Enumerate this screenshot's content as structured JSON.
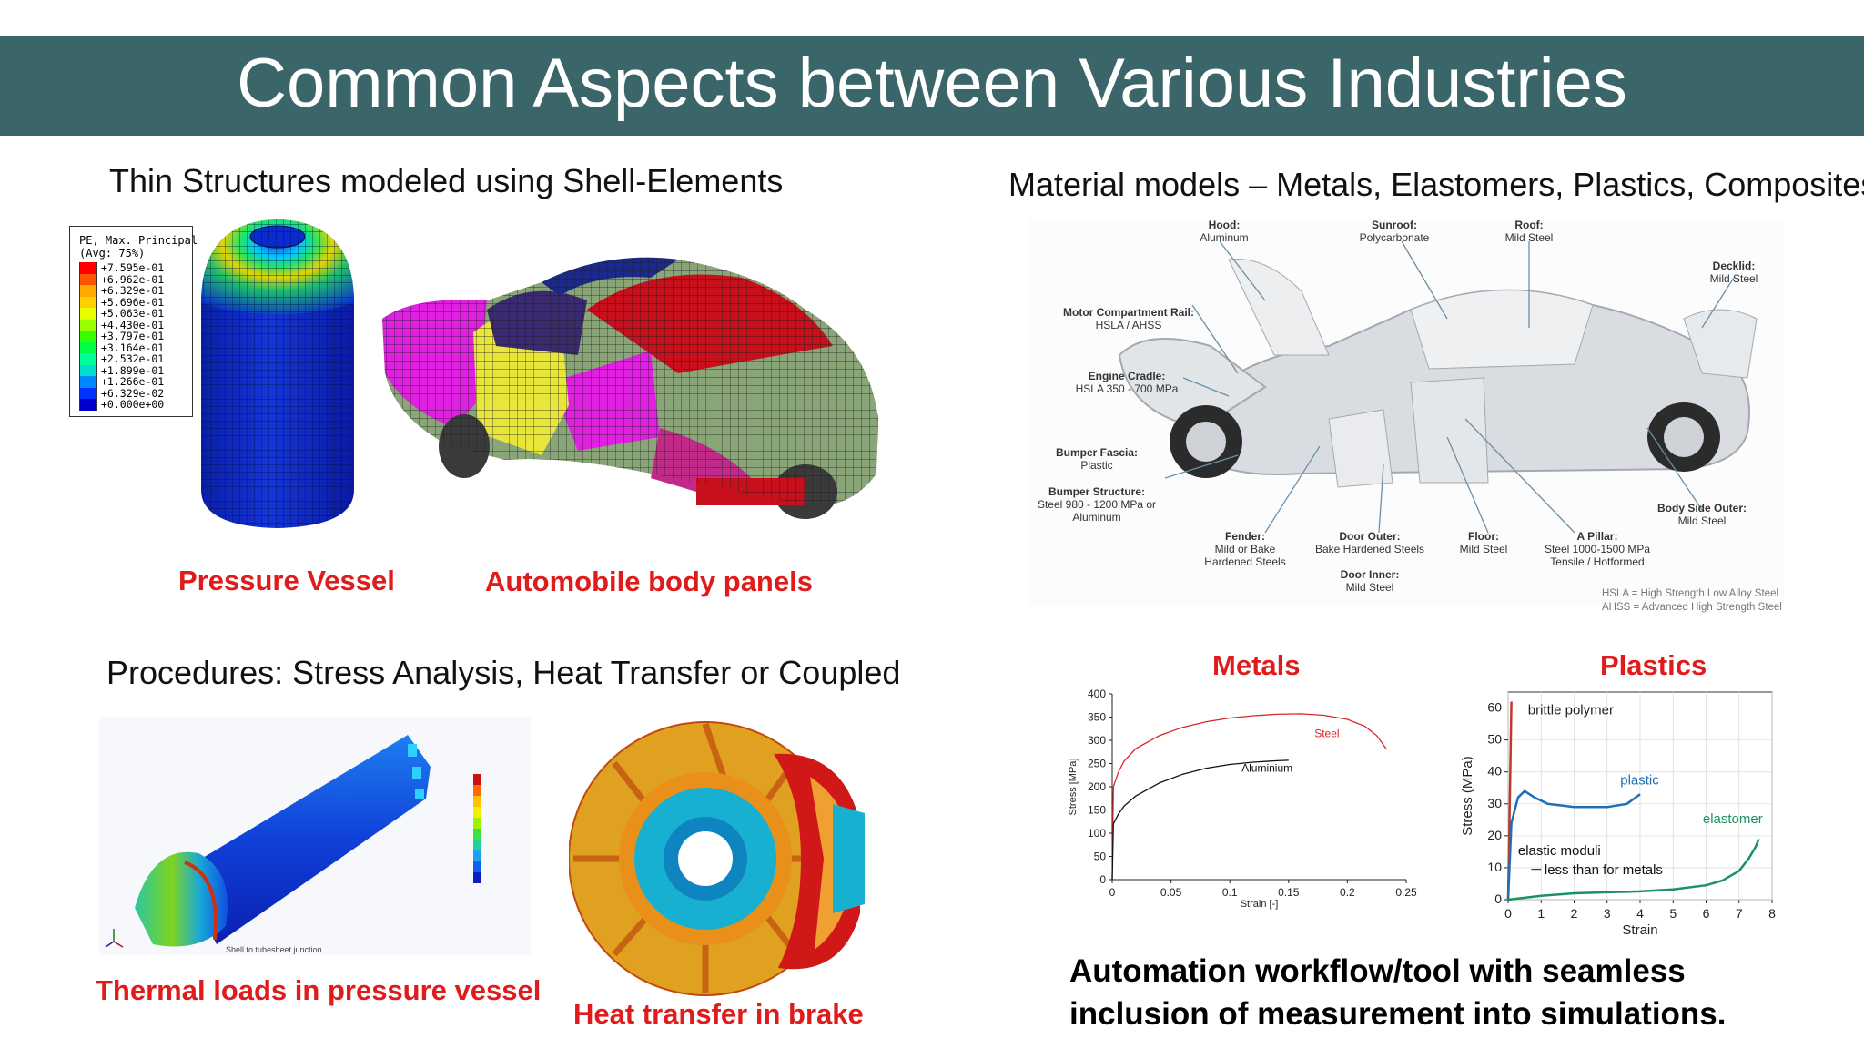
{
  "title": "Common Aspects between Various Industries",
  "sections": {
    "thin_structures": {
      "heading": "Thin Structures modeled using Shell-Elements",
      "captions": [
        "Pressure Vessel",
        "Automobile body panels"
      ],
      "legend": {
        "title_line1": "PE, Max. Principal",
        "title_line2": "(Avg: 75%)",
        "values": [
          "+7.595e-01",
          "+6.962e-01",
          "+6.329e-01",
          "+5.696e-01",
          "+5.063e-01",
          "+4.430e-01",
          "+3.797e-01",
          "+3.164e-01",
          "+2.532e-01",
          "+1.899e-01",
          "+1.266e-01",
          "+6.329e-02",
          "+0.000e+00"
        ],
        "colors": [
          "#ff0000",
          "#ff5500",
          "#ffaa00",
          "#ffd000",
          "#e6ff00",
          "#99ff00",
          "#33ff00",
          "#00ff44",
          "#00ff99",
          "#00ddcc",
          "#0088ff",
          "#0033ff",
          "#0000cc"
        ]
      }
    },
    "material_models": {
      "heading": "Material models – Metals, Elastomers, Plastics, Composites",
      "labels": [
        {
          "name": "Hood:",
          "value": "Aluminum"
        },
        {
          "name": "Sunroof:",
          "value": "Polycarbonate"
        },
        {
          "name": "Roof:",
          "value": "Mild Steel"
        },
        {
          "name": "Decklid:",
          "value": "Mild Steel"
        },
        {
          "name": "Motor Compartment Rail:",
          "value": "HSLA / AHSS"
        },
        {
          "name": "Engine Cradle:",
          "value": "HSLA 350 - 700 MPa"
        },
        {
          "name": "Bumper Fascia:",
          "value": "Plastic"
        },
        {
          "name": "Bumper Structure:",
          "value": "Steel 980 - 1200 MPa or",
          "value2": "Aluminum"
        },
        {
          "name": "Body Side Outer:",
          "value": "Mild Steel"
        },
        {
          "name": "Fender:",
          "value": "Mild or Bake",
          "value2": "Hardened Steels"
        },
        {
          "name": "Door Outer:",
          "value": "Bake Hardened Steels"
        },
        {
          "name": "Floor:",
          "value": "Mild Steel"
        },
        {
          "name": "A Pillar:",
          "value": "Steel 1000-1500 MPa",
          "value2": "Tensile / Hotformed"
        },
        {
          "name": "Door Inner:",
          "value": "Mild Steel"
        }
      ],
      "footnote1": "HSLA = High Strength Low Alloy Steel",
      "footnote2": "AHSS = Advanced High Strength Steel"
    },
    "procedures": {
      "heading": "Procedures: Stress Analysis, Heat Transfer or Coupled",
      "captions": [
        "Thermal loads in pressure vessel",
        "Heat transfer in brake"
      ],
      "vessel_note": "Shell to tubesheet junction"
    },
    "automation": {
      "line1": "Automation workflow/tool with seamless",
      "line2": "inclusion of measurement into simulations."
    }
  },
  "chart_data": [
    {
      "type": "line",
      "title": "Metals",
      "xlabel": "Strain [-]",
      "ylabel": "Stress [MPa]",
      "xlim": [
        0,
        0.25
      ],
      "ylim": [
        0,
        400
      ],
      "xticks": [
        "0",
        "0.05",
        "0.1",
        "0.15",
        "0.2",
        "0.25"
      ],
      "yticks": [
        "0",
        "50",
        "100",
        "150",
        "200",
        "250",
        "300",
        "350",
        "400"
      ],
      "series": [
        {
          "name": "Steel",
          "color": "#d62728",
          "x": [
            0,
            0.001,
            0.005,
            0.01,
            0.02,
            0.04,
            0.06,
            0.08,
            0.1,
            0.12,
            0.14,
            0.16,
            0.18,
            0.2,
            0.215,
            0.225,
            0.233
          ],
          "y": [
            0,
            200,
            230,
            255,
            282,
            310,
            328,
            340,
            348,
            353,
            356,
            357,
            354,
            345,
            330,
            310,
            282
          ]
        },
        {
          "name": "Aluminium",
          "color": "#111111",
          "x": [
            0,
            0.001,
            0.005,
            0.01,
            0.02,
            0.04,
            0.06,
            0.08,
            0.1,
            0.12,
            0.14,
            0.15
          ],
          "y": [
            0,
            120,
            140,
            158,
            180,
            208,
            227,
            240,
            248,
            253,
            256,
            257
          ]
        }
      ]
    },
    {
      "type": "line",
      "title": "Plastics",
      "xlabel": "Strain",
      "ylabel": "Stress (MPa)",
      "xlim": [
        0,
        8
      ],
      "ylim": [
        0,
        65
      ],
      "xticks": [
        "0",
        "1",
        "2",
        "3",
        "4",
        "5",
        "6",
        "7",
        "8"
      ],
      "yticks": [
        "0",
        "10",
        "20",
        "30",
        "40",
        "50",
        "60"
      ],
      "annotations": [
        "elastic moduli",
        "less than for metals"
      ],
      "series": [
        {
          "name": "brittle polymer",
          "color": "#c0392b",
          "x": [
            0,
            0.05,
            0.1
          ],
          "y": [
            0,
            30,
            62
          ]
        },
        {
          "name": "plastic",
          "color": "#1f6fb5",
          "x": [
            0,
            0.1,
            0.3,
            0.5,
            0.8,
            1.2,
            2.0,
            3.0,
            3.6,
            4.0
          ],
          "y": [
            0,
            24,
            32,
            34,
            32,
            30,
            29,
            29,
            30,
            33
          ]
        },
        {
          "name": "elastomer",
          "color": "#1e9160",
          "x": [
            0,
            1,
            2,
            3,
            4,
            5,
            6,
            6.5,
            7,
            7.3,
            7.5,
            7.6
          ],
          "y": [
            0,
            1.2,
            2.0,
            2.3,
            2.6,
            3.2,
            4.5,
            6,
            9,
            13,
            16.5,
            19
          ]
        }
      ]
    }
  ]
}
